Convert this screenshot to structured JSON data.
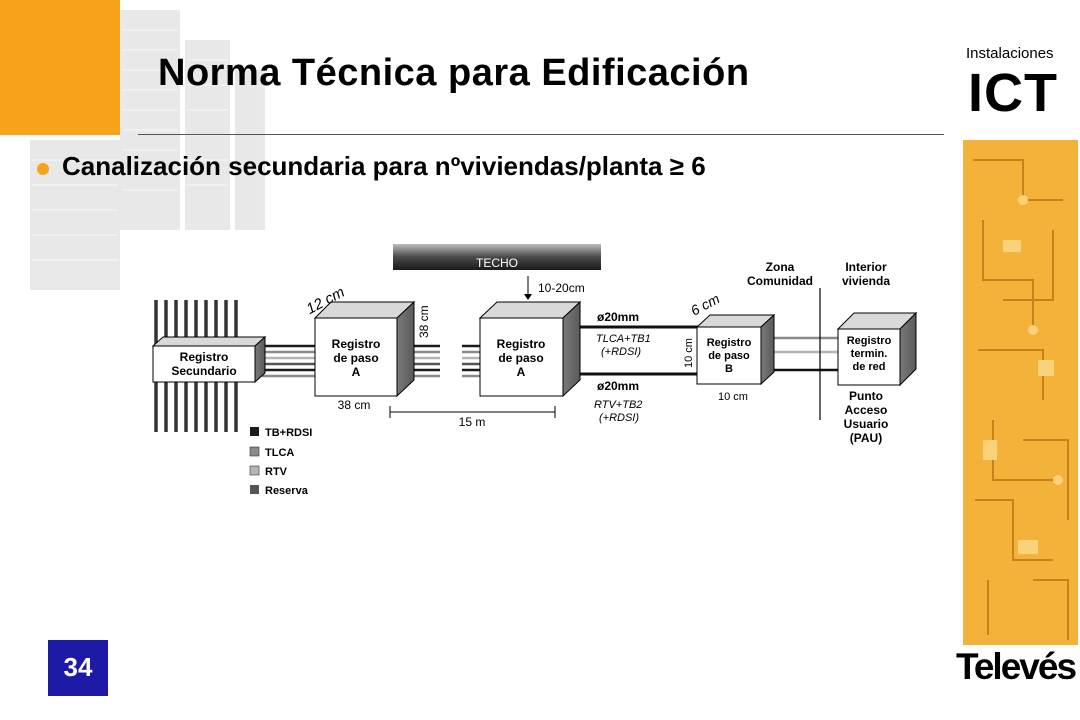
{
  "header": {
    "title": "Norma Técnica para Edificación",
    "brand_small": "Instalaciones",
    "brand_big": "ICT"
  },
  "bullet": {
    "text": "Canalización secundaria para nºviviendas/planta ≥ 6"
  },
  "diagram": {
    "ceiling_label": "TECHO",
    "boxes": {
      "secondary": [
        "Registro",
        "Secundario"
      ],
      "pass_a1": [
        "Registro",
        "de paso",
        "A"
      ],
      "pass_a2": [
        "Registro",
        "de paso",
        "A"
      ],
      "pass_b": [
        "Registro",
        "de paso",
        "B"
      ],
      "terminal": [
        "Registro",
        "termin.",
        "de red"
      ]
    },
    "dimensions": {
      "box_a_top": "12 cm",
      "box_a_side": "38 cm",
      "box_a_bottom": "38 cm",
      "distance": "15 m",
      "ceiling_gap": "10-20cm",
      "box_b_top": "6 cm",
      "box_b_side": "10 cm",
      "box_b_bottom": "10 cm"
    },
    "tubes": {
      "upper_diameter": "ø20mm",
      "upper_use": "TLCA+TB1",
      "upper_note": "(+RDSI)",
      "lower_diameter": "ø20mm",
      "lower_use": "RTV+TB2",
      "lower_note": "(+RDSI)"
    },
    "zones": {
      "common": [
        "Zona",
        "Comunidad"
      ],
      "interior": [
        "Interior",
        "vivienda"
      ]
    },
    "pau": [
      "Punto",
      "Acceso",
      "Usuario",
      "(PAU)"
    ],
    "legend": [
      {
        "label": "TB+RDSI",
        "color": "#1a1a1a"
      },
      {
        "label": "TLCA",
        "color": "#8a8a8a"
      },
      {
        "label": "RTV",
        "color": "#b5b5b5"
      },
      {
        "label": "Reserva",
        "color": "#555555"
      }
    ]
  },
  "footer": {
    "page_number": "34",
    "logo": "Televés"
  },
  "colors": {
    "accent_orange": "#f7a21b",
    "page_box_blue": "#1f1aa6"
  }
}
